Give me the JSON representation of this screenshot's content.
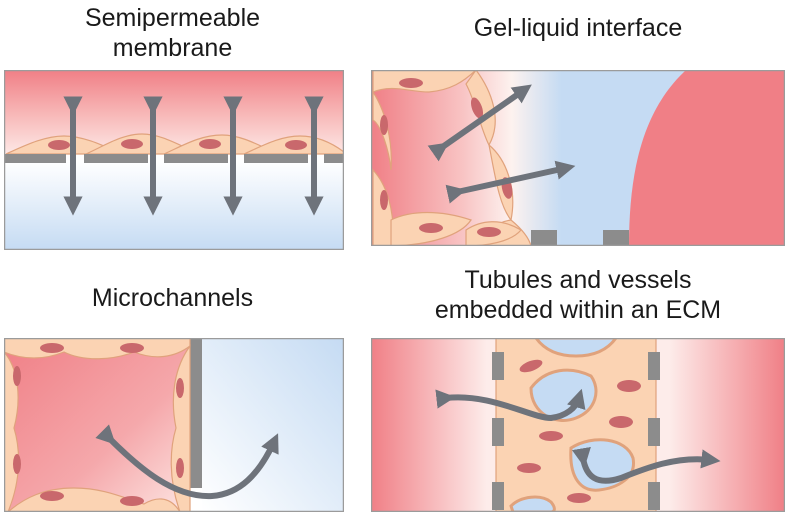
{
  "panels": {
    "semipermeable": {
      "title_line1": "Semipermeable",
      "title_line2": "membrane"
    },
    "gel_liquid": {
      "title": "Gel-liquid interface"
    },
    "microchannels": {
      "title": "Microchannels"
    },
    "tubules": {
      "title_line1": "Tubules and vessels",
      "title_line2": "embedded within an ECM"
    }
  },
  "colors": {
    "red": "#f07f86",
    "blue": "#c5dbf3",
    "cell": "#fbd3b3",
    "cell_edge": "#e0a27c",
    "nucleus": "#c9686c",
    "membrane": "#8c8c8c",
    "arrow": "#6e737b",
    "border": "#9b9b9b"
  }
}
